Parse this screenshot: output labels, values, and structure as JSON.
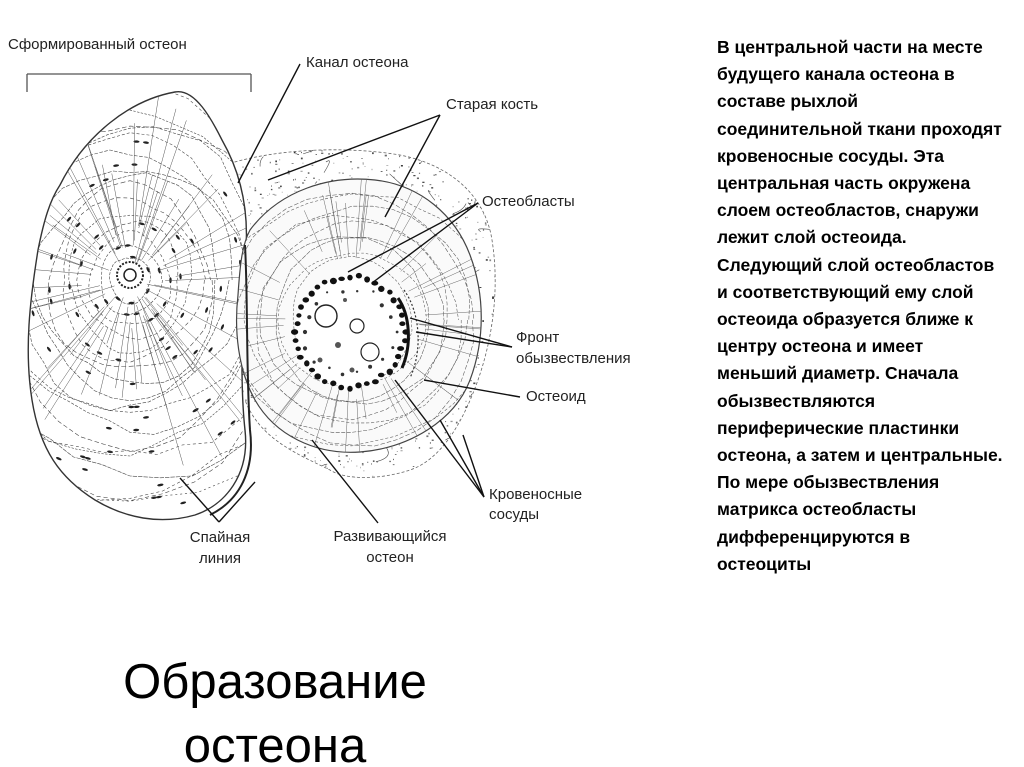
{
  "labels": {
    "formed_osteon": "Сформированный остеон",
    "osteon_canal": "Канал остеона",
    "old_bone": "Старая кость",
    "osteoblasts": "Остеобласты",
    "calcification_front_line1": "Фронт",
    "calcification_front_line2": "обызвествления",
    "osteoid": "Остеоид",
    "blood_vessels_line1": "Кровеносные",
    "blood_vessels_line2": "сосуды",
    "cement_line_line1": "Спайная",
    "cement_line_line2": "линия",
    "developing_osteon_line1": "Развивающийся",
    "developing_osteon_line2": "остеон"
  },
  "description": "В центральной части на месте будущего канала остеона в составе рыхлой соединительной ткани проходят кровеносные сосуды. Эта центральная часть окружена слоем остеобластов, снаружи лежит слой остеоида. Следующий слой остеобластов и соответствующий ему слой остеоида образуется ближе к центру остеона и имеет меньший диаметр. Сначала обызвествляются периферические пластинки остеона, а затем и центральные. По мере обызвествления матрикса остеобласты дифференцируются в остеоциты",
  "title": "Образование остеона"
}
